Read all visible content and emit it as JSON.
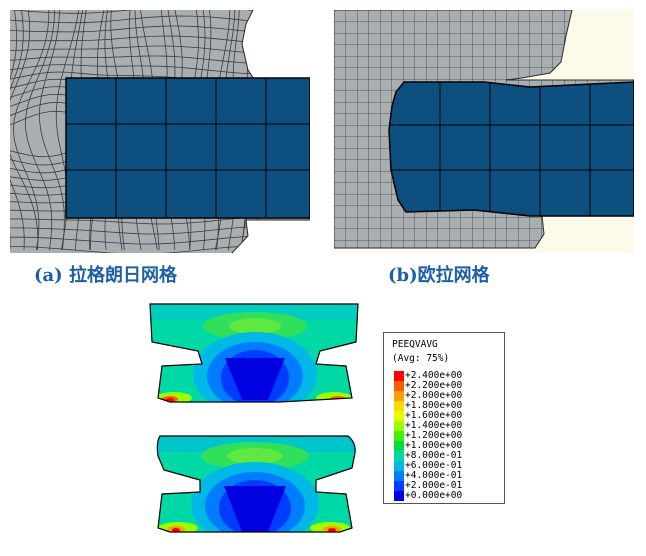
{
  "captions": {
    "a": "(a) 拉格朗日网格",
    "b": "(b)欧拉网格"
  },
  "legend": {
    "title": "PEEQVAVG",
    "subtitle": "(Avg: 75%)",
    "entries": [
      {
        "label": "+2.400e+00",
        "color": "#ff0000"
      },
      {
        "label": "+2.200e+00",
        "color": "#ff5a00"
      },
      {
        "label": "+2.000e+00",
        "color": "#ff9e00"
      },
      {
        "label": "+1.800e+00",
        "color": "#ffd800"
      },
      {
        "label": "+1.600e+00",
        "color": "#e6ff00"
      },
      {
        "label": "+1.400e+00",
        "color": "#9bff00"
      },
      {
        "label": "+1.200e+00",
        "color": "#44ee00"
      },
      {
        "label": "+1.000e+00",
        "color": "#00dd3c"
      },
      {
        "label": "+8.000e-01",
        "color": "#00d9a6"
      },
      {
        "label": "+6.000e-01",
        "color": "#00b8e6"
      },
      {
        "label": "+4.000e-01",
        "color": "#007cff"
      },
      {
        "label": "+2.000e-01",
        "color": "#003cff"
      },
      {
        "label": "+0.000e+00",
        "color": "#0000e0"
      }
    ]
  },
  "colors": {
    "mesh_gray": "#a9aeb0",
    "workpiece_blue": "#0d4f7e",
    "caption_blue": "#1c5fa8",
    "background_cream": "#fdfaea"
  }
}
